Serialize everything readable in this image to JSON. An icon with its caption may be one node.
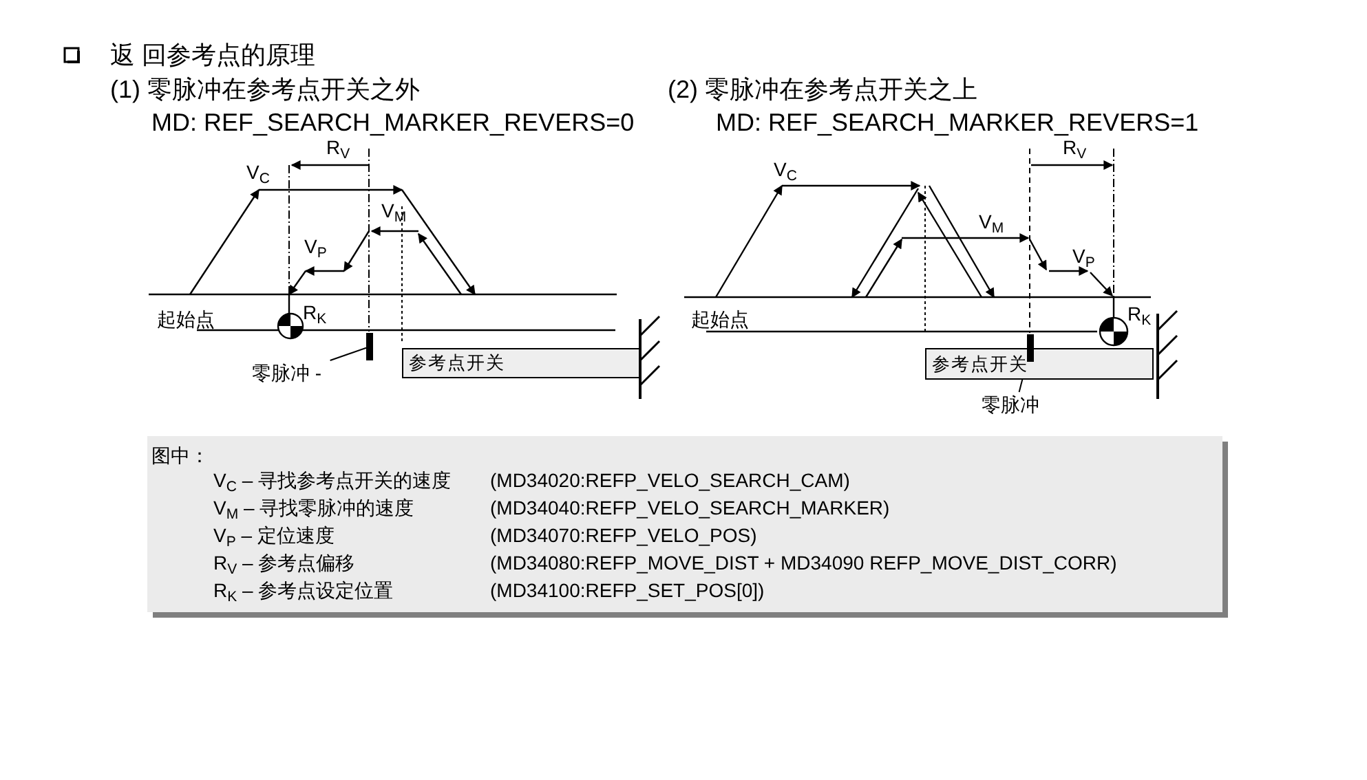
{
  "diagram": {
    "title": "返 回参考点的原理",
    "nodes": [
      {
        "text": [
          "参考点开关"
        ]
      },
      {
        "text": [
          "零脉冲 -"
        ]
      },
      {
        "text": [],
        "shape": "bar"
      },
      {
        "text": [
          "参考点开关"
        ]
      },
      {
        "text": [],
        "shape": "bar"
      },
      {
        "text": [
          "零脉冲"
        ]
      },
      {
        "text": [
          "图中：",
          "V$_{C}$ – 寻找参考点开关的速度",
          "(MD34020:REFP_VELO_SEARCH_CAM)",
          "V$_{M}$ – 寻找零脉冲的速度",
          "(MD34040:REFP_VELO_SEARCH_MARKER)",
          "V$_{P}$ – 定位速度",
          "(MD34070:REFP_VELO_POS)",
          "R$_{V}$ – 参考点偏移",
          "(MD34080:REFP_MOVE_DIST + MD34090 REFP_MOVE_DIST_CORR)",
          "R$_{K}$ – 参考点设定位置",
          "(MD34100:REFP_SET_POS[0])"
        ]
      }
    ],
    "edges": [
      {
        "from": 1,
        "to": 2,
        "arrow": "none"
      },
      {
        "from": 5,
        "to": 4,
        "arrow": "none"
      }
    ],
    "labels": [
      "(1) 零脉冲在参考点开关之外",
      "MD: REF_SEARCH_MARKER_REVERS=0",
      "(2) 零脉冲在参考点开关之上",
      "MD: REF_SEARCH_MARKER_REVERS=1",
      "R$_{V}$",
      "V$_{C}$",
      "V$_{M}$",
      "V$_{P}$",
      "起始点",
      "R$_{K}$",
      "V$_{C}$",
      "R$_{V}$",
      "V$_{M}$",
      "V$_{P}$",
      "起始点",
      "R$_{K}$"
    ]
  }
}
